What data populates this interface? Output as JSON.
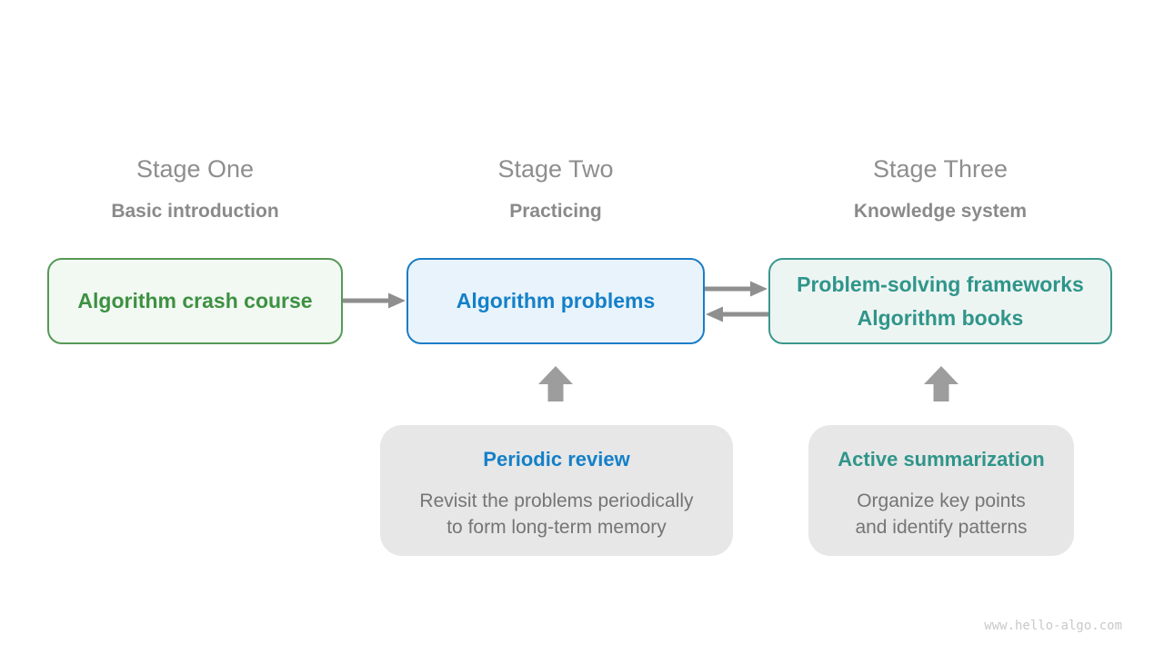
{
  "watermark": "www.hello-algo.com",
  "stages": [
    {
      "title": "Stage One",
      "subtitle": "Basic introduction",
      "box": {
        "lines": [
          "Algorithm crash course"
        ]
      },
      "colors": {
        "text": "#3d9142",
        "border": "#569956",
        "background": "#f2f8f2"
      }
    },
    {
      "title": "Stage Two",
      "subtitle": "Practicing",
      "box": {
        "lines": [
          "Algorithm problems"
        ]
      },
      "colors": {
        "text": "#1480c8",
        "border": "#1a7dc6",
        "background": "#e9f3fb"
      }
    },
    {
      "title": "Stage Three",
      "subtitle": "Knowledge system",
      "box": {
        "lines": [
          "Problem-solving frameworks",
          "Algorithm books"
        ]
      },
      "colors": {
        "text": "#2f958a",
        "border": "#3a988c",
        "background": "#edf5f3"
      }
    }
  ],
  "callouts": [
    {
      "title": "Periodic review",
      "lines": [
        "Revisit the problems periodically",
        "to form long-term memory"
      ],
      "title_color": "#1480c8"
    },
    {
      "title": "Active summarization",
      "lines": [
        "Organize key points",
        "and identify patterns"
      ],
      "title_color": "#2f958a"
    }
  ],
  "icons": {
    "flow_stage1_to_stage2": "right-arrow",
    "flow_stage2_to_stage3": "right-arrow",
    "flow_stage3_to_stage2": "left-arrow",
    "callout_to_stage2": "up-block-arrow",
    "callout_to_stage3": "up-block-arrow"
  },
  "palette": {
    "stage_title": "#8e8e8e",
    "stage_subtitle": "#8a8a8a",
    "callout_body_text": "#757575",
    "callout_background": "#e7e7e7",
    "connector_arrow": "#8f8f8f",
    "block_arrow": "#9d9d9d",
    "watermark": "#c9c9c9",
    "canvas_background": "#ffffff"
  }
}
